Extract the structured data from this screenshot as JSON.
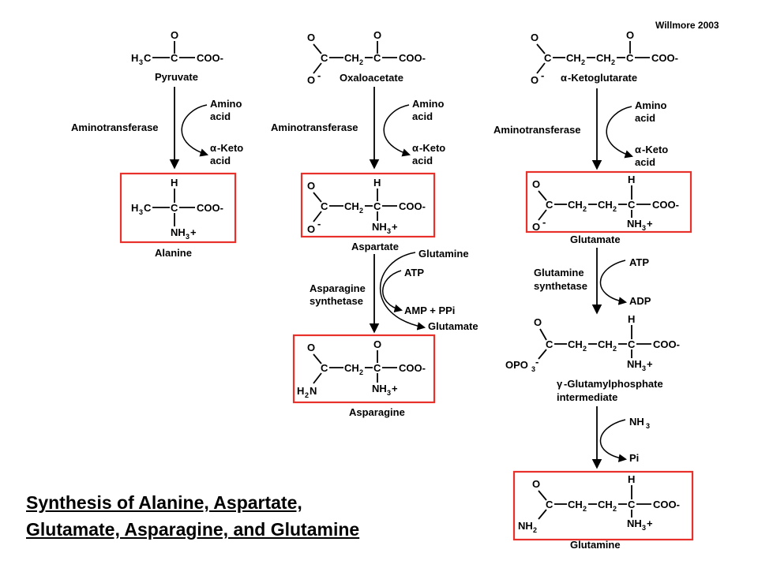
{
  "credit": "Willmore 2003",
  "title_line1": "Synthesis of Alanine, Aspartate,",
  "title_line2": "Glutamate, Asparagine, and Glutamine",
  "atoms": {
    "O": "O",
    "C": "C",
    "H": "H",
    "COO": "COO-",
    "minus": "-",
    "plus": "+",
    "CH": "CH",
    "two": "2",
    "three": "3",
    "NH": "NH",
    "N": "N",
    "OPO": "OPO",
    "H3C_H": "H",
    "H3C_3": "3",
    "H3C_C": "C"
  },
  "compounds": {
    "pyruvate": "Pyruvate",
    "oxaloacetate": "Oxaloacetate",
    "ketoglutarate": "-Ketoglutarate",
    "alanine": "Alanine",
    "aspartate": "Aspartate",
    "glutamate": "Glutamate",
    "asparagine": "Asparagine",
    "glutamylphosphate_1": "-Glutamylphosphate",
    "glutamylphosphate_2": "intermediate",
    "glutamine": "Glutamine"
  },
  "greek": {
    "alpha": "α",
    "gamma": "γ"
  },
  "enzymes": {
    "aminotransferase": "Aminotransferase",
    "asparagine_synthetase_1": "Asparagine",
    "asparagine_synthetase_2": "synthetase",
    "glutamine_synthetase_1": "Glutamine",
    "glutamine_synthetase_2": "synthetase"
  },
  "cosubstrates": {
    "amino": "Amino",
    "acid": "acid",
    "keto": "-Keto",
    "glutamine": "Glutamine",
    "atp": "ATP",
    "amp_ppi": "AMP + PPi",
    "glutamate": "Glutamate",
    "adp": "ADP",
    "nh": "NH",
    "pi": "Pi"
  }
}
